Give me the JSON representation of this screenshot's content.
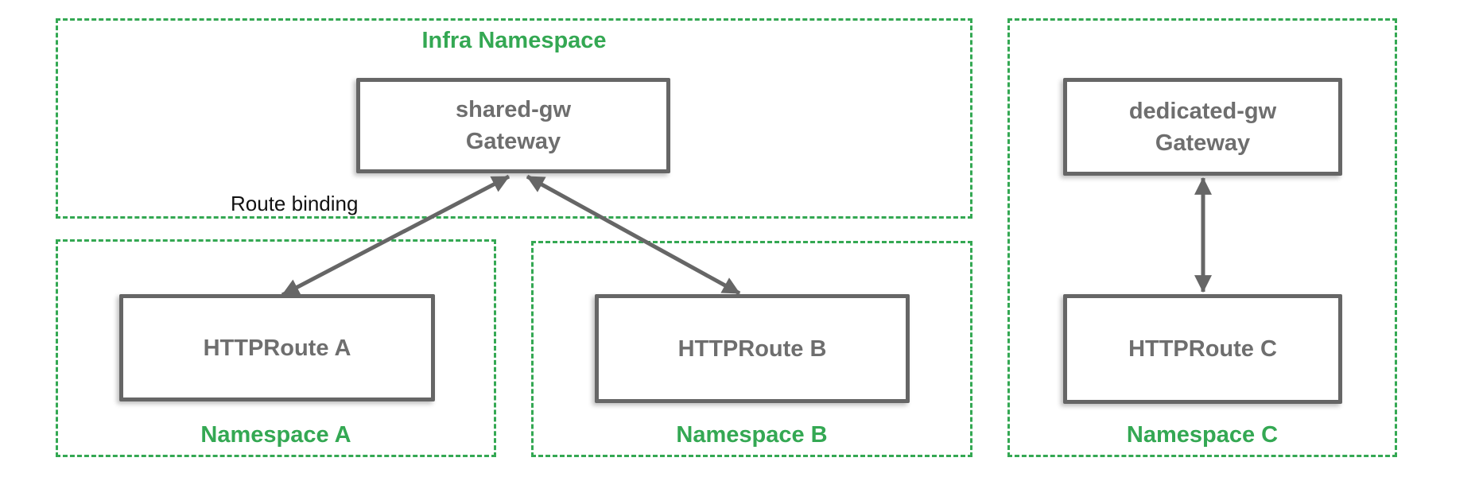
{
  "colors": {
    "green": "#34a853",
    "gray_border": "#666666",
    "gray_text": "#6e6e6e",
    "black_text": "#111111",
    "arrow": "#666666"
  },
  "infra_namespace": {
    "label": "Infra Namespace"
  },
  "shared_gateway": {
    "name": "shared-gw",
    "kind": "Gateway"
  },
  "dedicated_gateway": {
    "name": "dedicated-gw",
    "kind": "Gateway"
  },
  "route_binding": {
    "label": "Route binding"
  },
  "namespace_a": {
    "label": "Namespace A",
    "route_label": "HTTPRoute A"
  },
  "namespace_b": {
    "label": "Namespace B",
    "route_label": "HTTPRoute B"
  },
  "namespace_c": {
    "label": "Namespace C",
    "route_label": "HTTPRoute C"
  }
}
